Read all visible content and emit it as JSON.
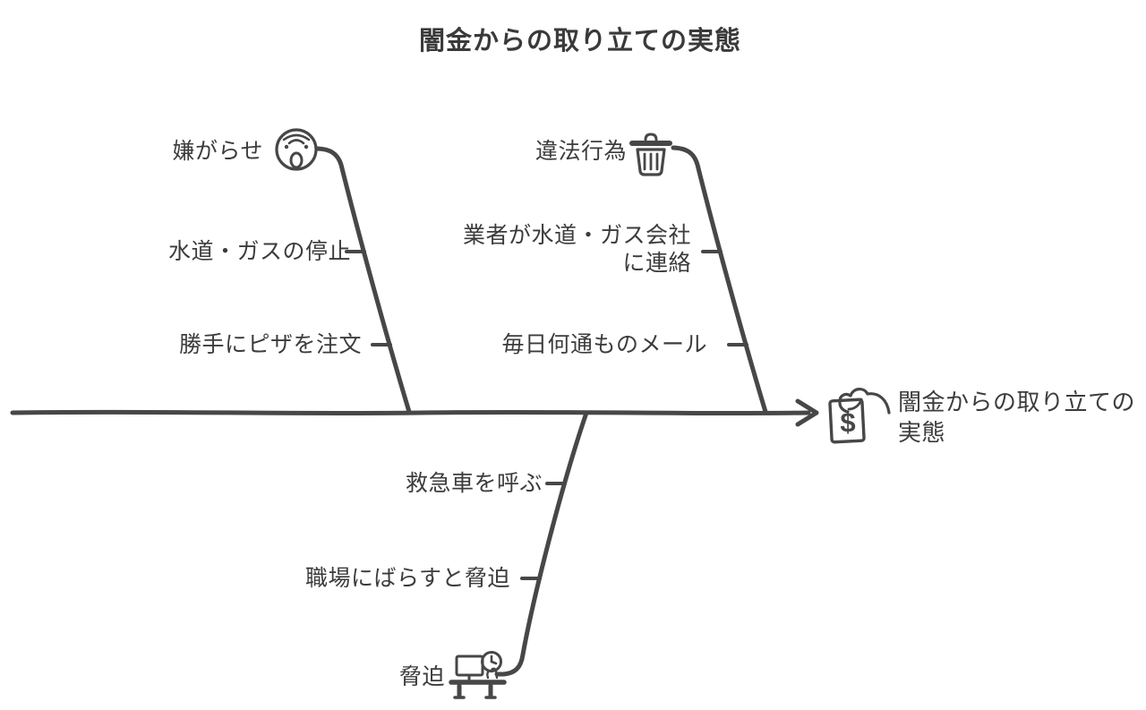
{
  "diagram": {
    "type": "fishbone",
    "title": "闇金からの取り立ての実態"
  },
  "colors": {
    "ink": "#474747",
    "text": "#3c3c3c",
    "background": "#ffffff"
  },
  "effect": {
    "label_line1": "闇金からの取り立ての",
    "label_line2": "実態",
    "icon": "money-grab-icon",
    "dollar_glyph": "$"
  },
  "branches": {
    "top_left": {
      "label": "嫌がらせ",
      "icon": "shocked-face-icon",
      "causes": [
        {
          "label": "水道・ガスの停止"
        },
        {
          "label": "勝手にピザを注文"
        }
      ]
    },
    "top_right": {
      "label": "違法行為",
      "icon": "trash-bin-icon",
      "causes": [
        {
          "line1": "業者が水道・ガス会社",
          "line2": "に連絡"
        },
        {
          "label": "毎日何通ものメール"
        }
      ]
    },
    "bottom": {
      "label": "脅迫",
      "icon": "desk-overtime-icon",
      "causes": [
        {
          "label": "救急車を呼ぶ"
        },
        {
          "label": "職場にばらすと脅迫"
        }
      ]
    }
  }
}
